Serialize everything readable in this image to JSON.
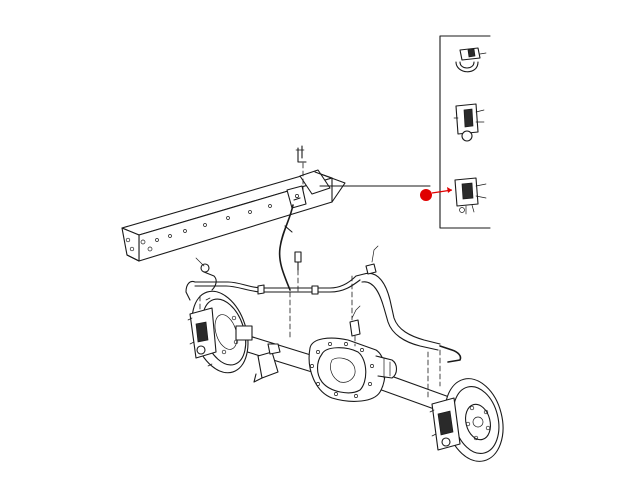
{
  "diagram": {
    "subject": "rear-axle-brake-line-assembly",
    "inset_items": [
      "retaining-clip",
      "junction-block",
      "junction-block-with-lines"
    ],
    "callout_marker_color": "#e00000",
    "line_color": "#1a1a1a",
    "background": "#ffffff"
  }
}
